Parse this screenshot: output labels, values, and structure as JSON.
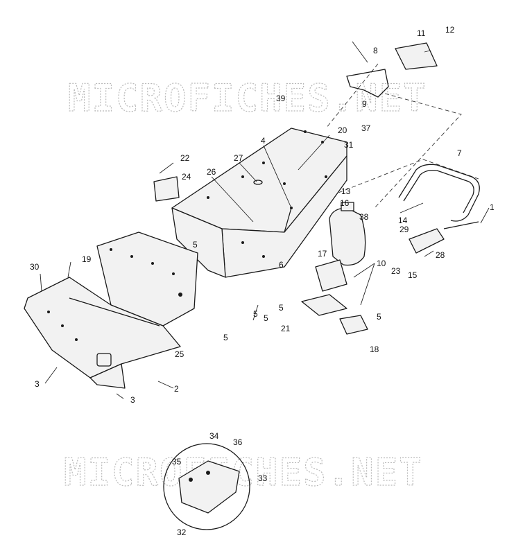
{
  "watermarks": [
    "MICROFICHES.NET",
    "MICROFICHES.NET"
  ],
  "callouts": [
    "1",
    "2",
    "3",
    "3",
    "4",
    "5",
    "5",
    "5",
    "5",
    "5",
    "5",
    "6",
    "7",
    "8",
    "9",
    "10",
    "11",
    "12",
    "13",
    "14",
    "15",
    "16",
    "17",
    "18",
    "19",
    "20",
    "21",
    "22",
    "23",
    "24",
    "25",
    "26",
    "27",
    "28",
    "29",
    "30",
    "31",
    "32",
    "33",
    "34",
    "35",
    "36",
    "37",
    "38",
    "39"
  ]
}
